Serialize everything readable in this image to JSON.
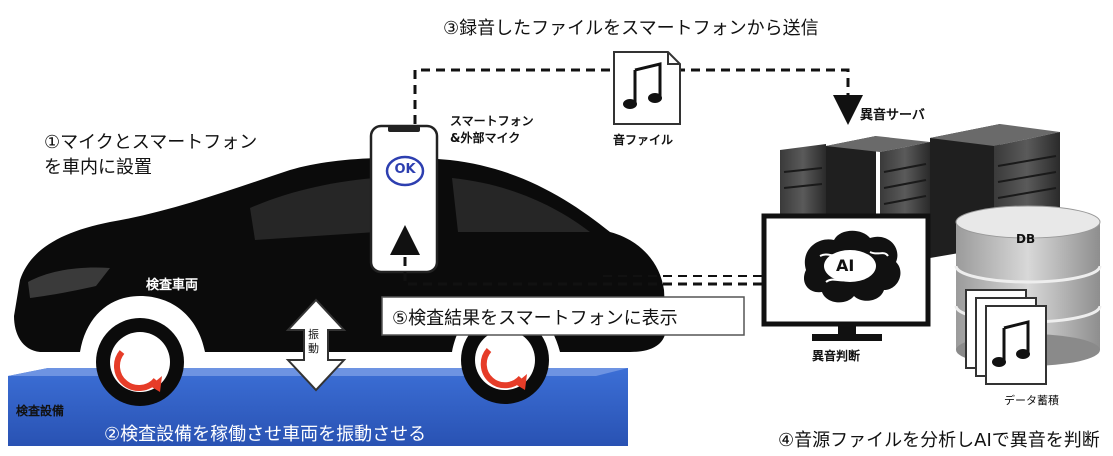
{
  "steps": {
    "step1_line1": "①マイクとスマートフォン",
    "step1_line2": "を車内に設置",
    "step2": "②検査設備を稼働させ車両を振動させる",
    "step3": "③録音したファイルをスマートフォンから送信",
    "step4": "④音源ファイルを分析しAIで異音を判断",
    "step5": "⑤検査結果をスマートフォンに表示"
  },
  "labels": {
    "vehicle": "検査車両",
    "equipment": "検査設備",
    "vibration": "振\n動",
    "phone_line1": "スマートフォン",
    "phone_line2": "&外部マイク",
    "phone_screen": "OK",
    "sound_file": "音ファイル",
    "server": "異音サーバ",
    "ai": "AI",
    "judgement": "異音判断",
    "db": "DB",
    "data_storage": "データ蓄積"
  },
  "colors": {
    "platform": "#2f60c8",
    "wheel_arrow": "#e63c28",
    "ok_badge": "#2d3fb0"
  },
  "icons": [
    "smartphone-icon",
    "music-file-icon",
    "server-icon",
    "monitor-icon",
    "brain-icon",
    "database-icon",
    "car-icon"
  ]
}
